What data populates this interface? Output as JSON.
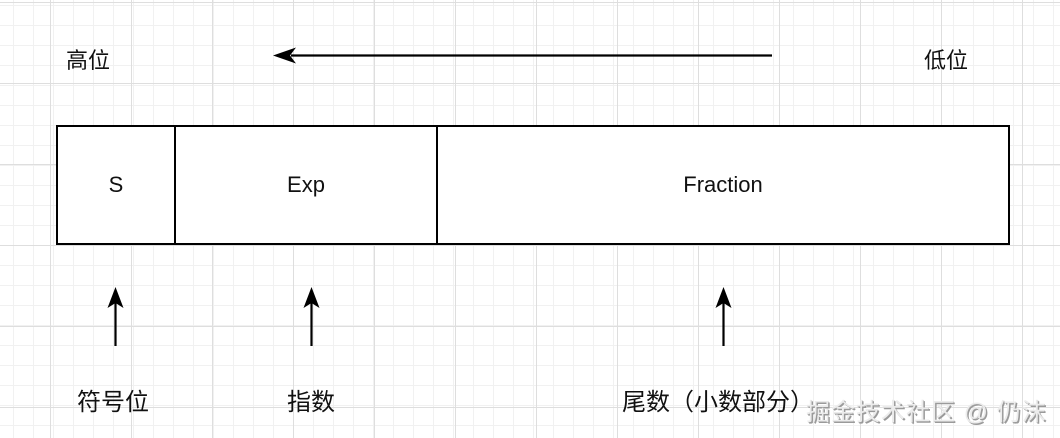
{
  "diagram": {
    "title_hint": "floating-point-format",
    "direction": {
      "high_label": "高位",
      "low_label": "低位"
    },
    "box": {
      "sections": [
        {
          "label": "S"
        },
        {
          "label": "Exp"
        },
        {
          "label": "Fraction"
        }
      ]
    },
    "annotations": [
      {
        "label": "符号位"
      },
      {
        "label": "指数"
      },
      {
        "label": "尾数（小数部分）"
      }
    ],
    "watermark": "掘金技术社区 @ 仍沫",
    "colors": {
      "line": "#000000",
      "text": "#111111",
      "grid_minor": "#f1f1f1",
      "grid_major": "#dedede",
      "watermark_shadow": "#9a9a9a",
      "background": "#ffffff"
    }
  }
}
